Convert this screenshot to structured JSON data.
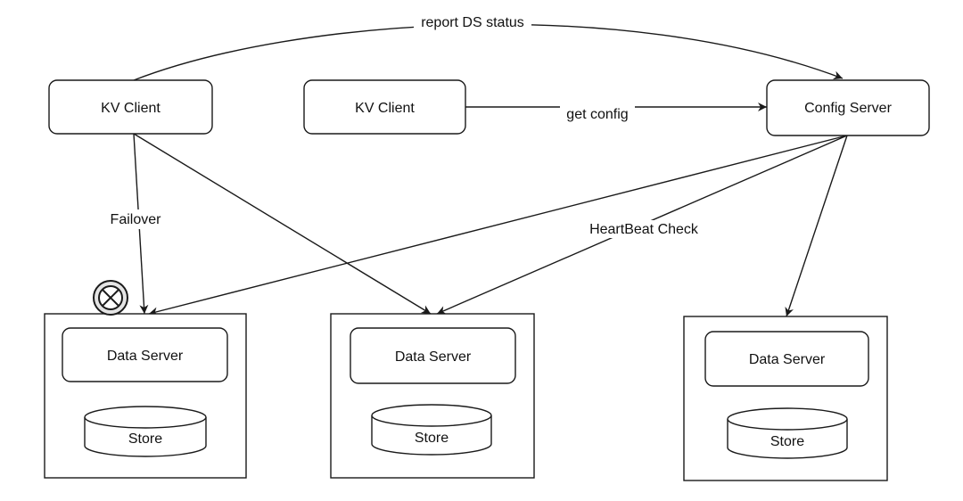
{
  "nodes": {
    "kv_client_left": "KV Client",
    "kv_client_middle": "KV Client",
    "config_server": "Config Server",
    "data_server_1": "Data Server",
    "data_server_2": "Data Server",
    "data_server_3": "Data Server",
    "store_1": "Store",
    "store_2": "Store",
    "store_3": "Store"
  },
  "edges": {
    "report_ds_status": "report DS status",
    "get_config": "get config",
    "failover": "Failover",
    "heartbeat_check": "HeartBeat Check"
  },
  "markers": {
    "failed_server_icon": "circled-x-icon"
  }
}
